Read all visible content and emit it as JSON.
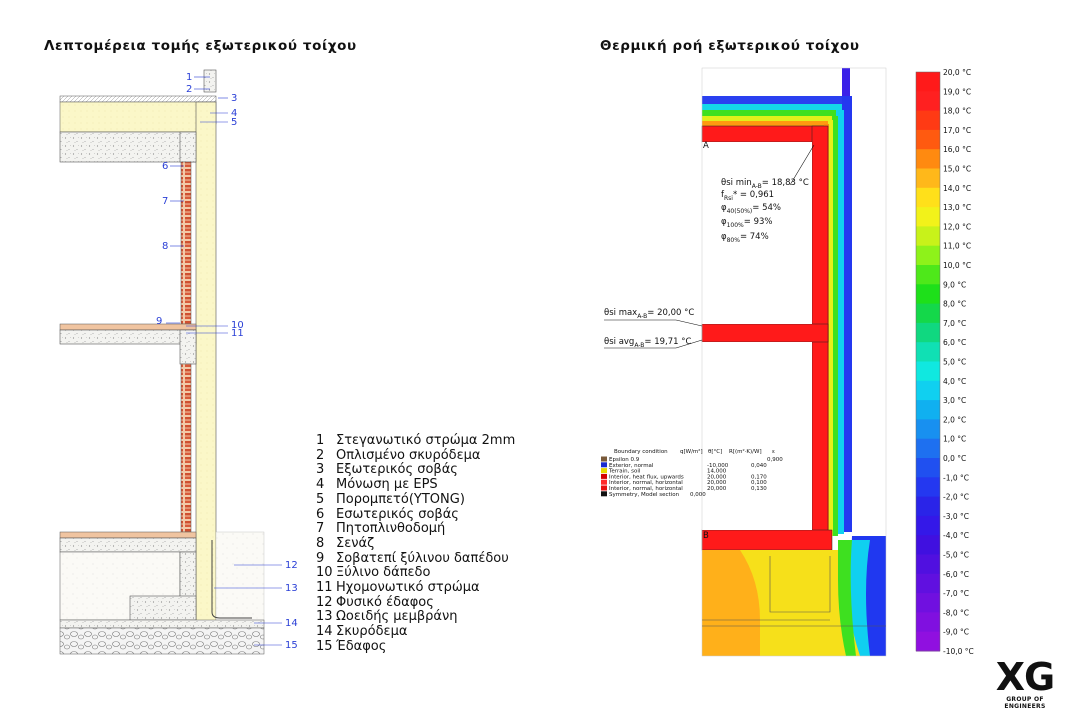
{
  "left": {
    "title": "Λεπτομέρεια τομής εξωτερικού τοίχου",
    "callouts": [
      "1",
      "2",
      "3",
      "4",
      "5",
      "6",
      "7",
      "8",
      "9",
      "10",
      "11",
      "12",
      "13",
      "14",
      "15"
    ]
  },
  "right": {
    "title": "Θερμική ροή εξωτερικού τοίχου",
    "point_a": "A",
    "point_b": "B",
    "annot": {
      "theta_si_min": "θsi min",
      "theta_si_min_sub": "A-B",
      "theta_si_min_val": "= 18,83 °C",
      "f_rsi": "f",
      "f_rsi_sub": "Rsi",
      "f_rsi_val": "* = 0,961",
      "phi40_sym": "φ",
      "phi40_sub": "40(50%)",
      "phi40_val": "= 54%",
      "phi100_sym": "φ",
      "phi100_sub": "100%",
      "phi100_val": "= 93%",
      "phi80_sym": "φ",
      "phi80_sub": "80%",
      "phi80_val": "= 74%",
      "theta_si_max": "θsi max",
      "theta_si_max_sub": "A-B",
      "theta_si_max_val": "= 20,00 °C",
      "theta_si_avg": "θsi avg",
      "theta_si_avg_sub": "A-B",
      "theta_si_avg_val": "= 19,71 °C"
    },
    "boundary": {
      "header_name": "Boundary condition",
      "header_q": "q[W/m²]",
      "header_theta": "θ[°C]",
      "header_r": "R[(m²·K)/W]",
      "header_eps": "ε",
      "rows": [
        {
          "name": "Epsilon 0.9",
          "q": "",
          "theta": "",
          "r": "",
          "eps": "0,900",
          "color": "#7a5a3a"
        },
        {
          "name": "Exterior, normal",
          "q": "",
          "theta": "-10,000",
          "r": "0,040",
          "eps": "",
          "color": "#1a2bd0"
        },
        {
          "name": "Terrain, soil",
          "q": "",
          "theta": "14,000",
          "r": "",
          "eps": "",
          "color": "#e8d800"
        },
        {
          "name": "Interior, heat flux, upwards",
          "q": "",
          "theta": "20,000",
          "r": "0,170",
          "eps": "",
          "color": "#d40000"
        },
        {
          "name": "Interior, normal, horizontal",
          "q": "",
          "theta": "20,000",
          "r": "0,100",
          "eps": "",
          "color": "#ff2b2b"
        },
        {
          "name": "Interior, normal, horizontal",
          "q": "",
          "theta": "20,000",
          "r": "0,130",
          "eps": "",
          "color": "#e81010"
        },
        {
          "name": "Symmetry, Model section",
          "q": "0,000",
          "theta": "",
          "r": "",
          "eps": "",
          "color": "#111111"
        }
      ]
    },
    "scale": [
      {
        "label": "20,0 °C",
        "color": "#ff1a1a"
      },
      {
        "label": "19,0 °C",
        "color": "#ff1a1a"
      },
      {
        "label": "18,0 °C",
        "color": "#ff2020"
      },
      {
        "label": "17,0 °C",
        "color": "#ff3a14"
      },
      {
        "label": "16,0 °C",
        "color": "#ff5a10"
      },
      {
        "label": "15,0 °C",
        "color": "#ff8a10"
      },
      {
        "label": "14,0 °C",
        "color": "#ffb81a"
      },
      {
        "label": "13,0 °C",
        "color": "#ffe01a"
      },
      {
        "label": "12,0 °C",
        "color": "#f2f21a"
      },
      {
        "label": "11,0 °C",
        "color": "#c8f21a"
      },
      {
        "label": "10,0 °C",
        "color": "#8ef21a"
      },
      {
        "label": "9,0 °C",
        "color": "#4ee81a"
      },
      {
        "label": "8,0 °C",
        "color": "#1ee01a"
      },
      {
        "label": "7,0 °C",
        "color": "#14d84a"
      },
      {
        "label": "6,0 °C",
        "color": "#10d880"
      },
      {
        "label": "5,0 °C",
        "color": "#10e0b4"
      },
      {
        "label": "4,0 °C",
        "color": "#10e8e0"
      },
      {
        "label": "3,0 °C",
        "color": "#10d0f0"
      },
      {
        "label": "2,0 °C",
        "color": "#10b0f0"
      },
      {
        "label": "1,0 °C",
        "color": "#1890f0"
      },
      {
        "label": "0,0 °C",
        "color": "#1e70f0"
      },
      {
        "label": "-1,0 °C",
        "color": "#2050f0"
      },
      {
        "label": "-2,0 °C",
        "color": "#2438f0"
      },
      {
        "label": "-3,0 °C",
        "color": "#2a24e8"
      },
      {
        "label": "-4,0 °C",
        "color": "#3418e8"
      },
      {
        "label": "-5,0 °C",
        "color": "#4010e0"
      },
      {
        "label": "-6,0 °C",
        "color": "#5010e0"
      },
      {
        "label": "-7,0 °C",
        "color": "#6010e0"
      },
      {
        "label": "-8,0 °C",
        "color": "#7010e0"
      },
      {
        "label": "-9,0 °C",
        "color": "#8010e0"
      },
      {
        "label": "-10,0 °C",
        "color": "#9010e0"
      }
    ]
  },
  "legend": [
    {
      "n": "1",
      "t": "Στεγανωτικό στρώμα 2mm"
    },
    {
      "n": "2",
      "t": "Οπλισμένο σκυρόδεμα"
    },
    {
      "n": "3",
      "t": "Εξωτερικός σοβάς"
    },
    {
      "n": "4",
      "t": "Μόνωση με EPS"
    },
    {
      "n": "5",
      "t": "Πορομπετό(YTONG)"
    },
    {
      "n": "6",
      "t": "Εσωτερικός σοβάς"
    },
    {
      "n": "7",
      "t": "Πητοπλινθοδομή"
    },
    {
      "n": "8",
      "t": "Σενάζ"
    },
    {
      "n": "9",
      "t": "Σοβατεπί ξύλινου δαπέδου"
    },
    {
      "n": "10",
      "t": "Ξύλινο δάπεδο"
    },
    {
      "n": "11",
      "t": "Ηχομονωτικό στρώμα"
    },
    {
      "n": "12",
      "t": "Φυσικό έδαφος"
    },
    {
      "n": "13",
      "t": "Ωοειδής μεμβράνη"
    },
    {
      "n": "14",
      "t": "Σκυρόδεμα"
    },
    {
      "n": "15",
      "t": "Έδαφος"
    }
  ],
  "logo": {
    "mark": "XG",
    "tagline": "GROUP OF ENGINEERS"
  }
}
